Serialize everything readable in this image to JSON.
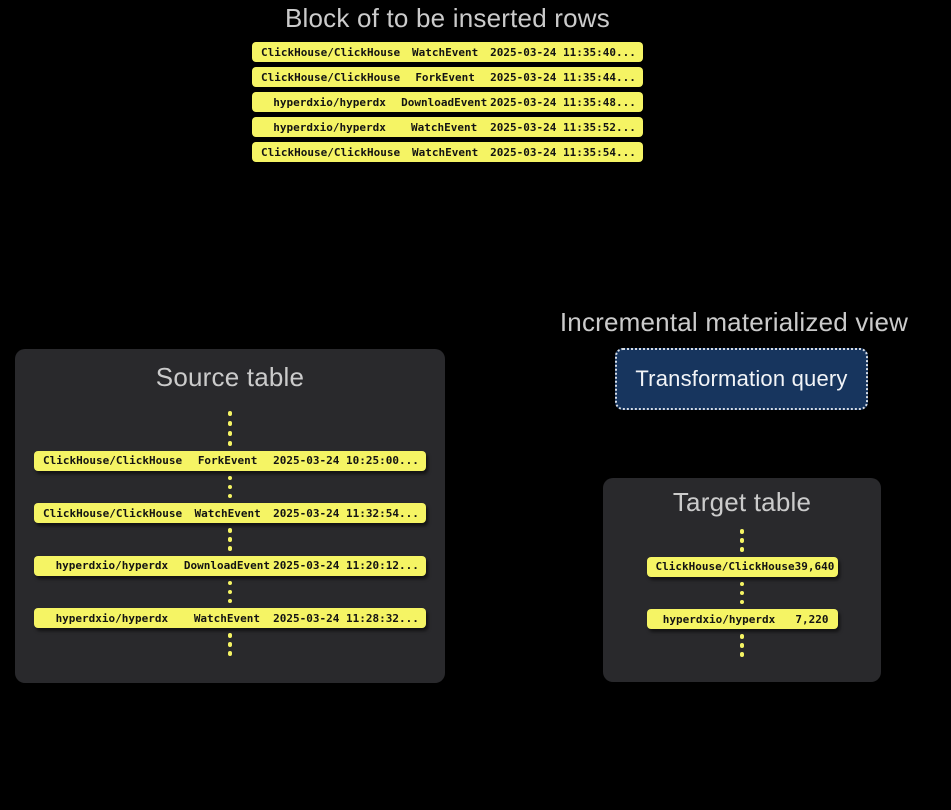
{
  "colors": {
    "background": "#000000",
    "row_yellow": "#F5F464",
    "panel_bg": "#29292C",
    "title_gray": "#CBCBCB",
    "button_bg": "#17355E",
    "button_border": "#D6DCE5",
    "button_text": "#F2F4F7",
    "row_text": "#131313"
  },
  "insert_block": {
    "title": "Block of to be inserted rows",
    "rows": [
      {
        "repo": "ClickHouse/ClickHouse",
        "event": "WatchEvent",
        "time": "2025-03-24 11:35:40",
        "more": "..."
      },
      {
        "repo": "ClickHouse/ClickHouse",
        "event": "ForkEvent",
        "time": "2025-03-24 11:35:44",
        "more": "..."
      },
      {
        "repo": "hyperdxio/hyperdx",
        "event": "DownloadEvent",
        "time": "2025-03-24 11:35:48",
        "more": "..."
      },
      {
        "repo": "hyperdxio/hyperdx",
        "event": "WatchEvent",
        "time": "2025-03-24 11:35:52",
        "more": "..."
      },
      {
        "repo": "ClickHouse/ClickHouse",
        "event": "WatchEvent",
        "time": "2025-03-24 11:35:54",
        "more": "..."
      }
    ]
  },
  "source_table": {
    "title": "Source table",
    "rows": [
      {
        "repo": "ClickHouse/ClickHouse",
        "event": "ForkEvent",
        "time": "2025-03-24 10:25:00",
        "more": "..."
      },
      {
        "repo": "ClickHouse/ClickHouse",
        "event": "WatchEvent",
        "time": "2025-03-24 11:32:54",
        "more": "..."
      },
      {
        "repo": "hyperdxio/hyperdx",
        "event": "DownloadEvent",
        "time": "2025-03-24 11:20:12",
        "more": "..."
      },
      {
        "repo": "hyperdxio/hyperdx",
        "event": "WatchEvent",
        "time": "2025-03-24 11:28:32",
        "more": "..."
      }
    ]
  },
  "materialized_view": {
    "title": "Incremental materialized view",
    "button_label": "Transformation query"
  },
  "target_table": {
    "title": "Target table",
    "rows": [
      {
        "repo": "ClickHouse/ClickHouse",
        "count": "39,640"
      },
      {
        "repo": "hyperdxio/hyperdx",
        "count": "7,220"
      }
    ]
  }
}
